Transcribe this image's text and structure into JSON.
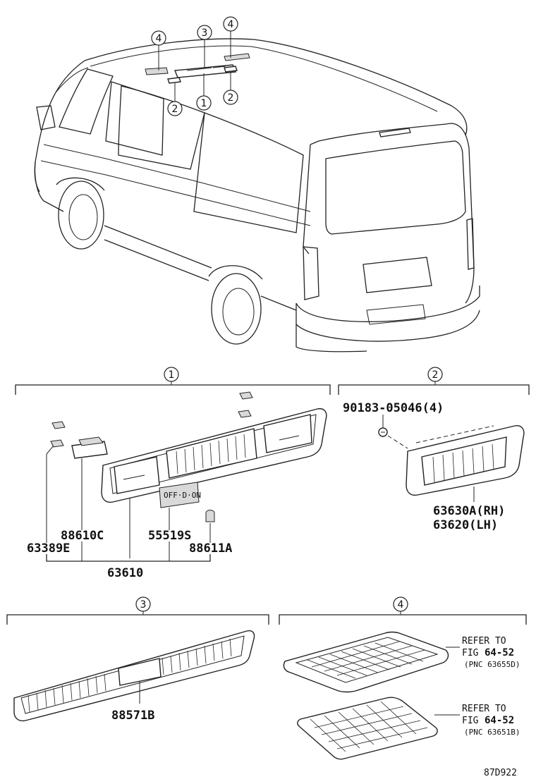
{
  "diagram": {
    "callout_markers": [
      "1",
      "2",
      "3",
      "4"
    ],
    "groups": {
      "group1": {
        "marker": "1",
        "parts": {
          "p63389E": "63389E",
          "p88610C": "88610C",
          "p55519S": "55519S",
          "p88611A": "88611A",
          "assembly": "63610"
        }
      },
      "group2": {
        "marker": "2",
        "screw": "90183-05046(4)",
        "p_rh": "63630A(RH)",
        "p_lh": "63620(LH)"
      },
      "group3": {
        "marker": "3",
        "part": "88571B"
      },
      "group4": {
        "marker": "4",
        "refer1": {
          "line1": "REFER TO",
          "line2_prefix": "FIG",
          "line2_fig": "64-52",
          "line3": "(PNC 63655D)"
        },
        "refer2": {
          "line1": "REFER TO",
          "line2_prefix": "FIG",
          "line2_fig": "64-52",
          "line3": "(PNC 63651B)"
        }
      }
    },
    "figure_code": "87D922"
  }
}
